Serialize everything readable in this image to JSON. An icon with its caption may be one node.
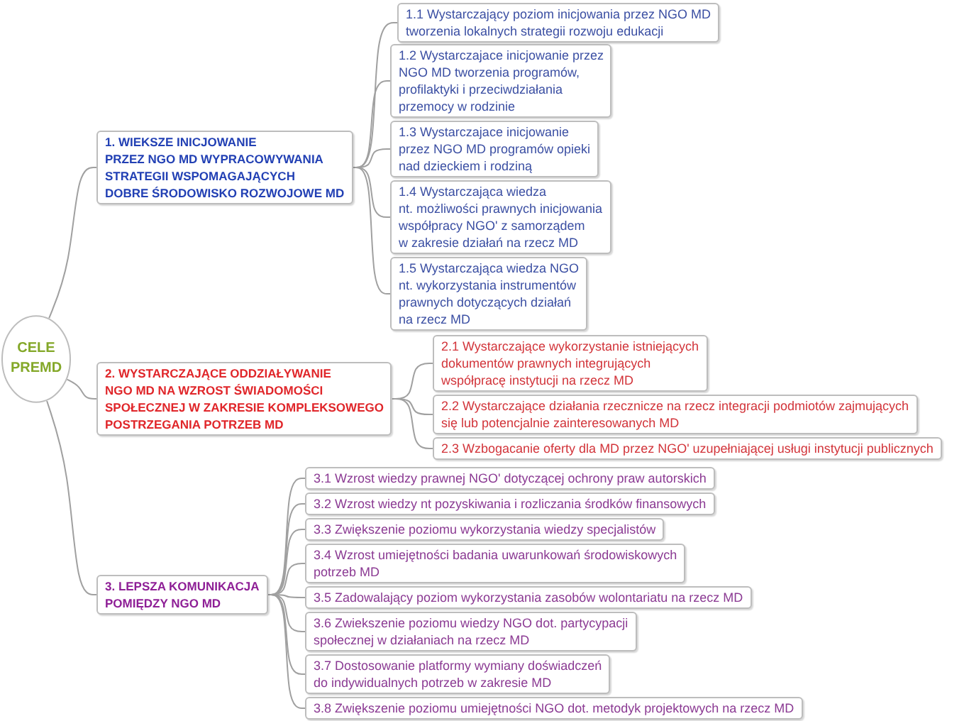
{
  "diagram": {
    "nodes": [
      {
        "text": [
          "CELE PREMD"
        ]
      },
      {
        "text": [
          "1. WIEKSZE INICJOWANIE PRZEZ NGO MD WYPRACOWYWANIA STRATEGII WSPOMAGAJĄCYCH DOBRE ŚRODOWISKO ROZWOJOWE MD"
        ]
      },
      {
        "text": [
          "1.1 Wystarczający poziom inicjowania przez NGO MD tworzenia lokalnych strategii rozwoju edukacji"
        ]
      },
      {
        "text": [
          "1.2 Wystarczajace inicjowanie przez NGO MD tworzenia programów, profilaktyki i przeciwdziałania przemocy w rodzinie"
        ]
      },
      {
        "text": [
          "1.3 Wystarczajace inicjowanie przez NGO MD programów opieki nad dzieckiem i rodziną"
        ]
      },
      {
        "text": [
          "1.4 Wystarczająca wiedza nt. możliwości prawnych inicjowania współpracy NGO' z samorządem w zakresie działań na rzecz MD"
        ]
      },
      {
        "text": [
          "1.5 Wystarczająca wiedza NGO nt. wykorzystania instrumentów prawnych dotyczących działań na rzecz MD"
        ]
      },
      {
        "text": [
          "2. WYSTARCZAJĄCE ODDZIAŁYWANIE NGO MD NA WZROST ŚWIADOMOŚCI SPOŁECZNEJ W ZAKRESIE KOMPLEKSOWEGO POSTRZEGANIA POTRZEB MD"
        ]
      },
      {
        "text": [
          "2.1 Wystarczające wykorzystanie istniejących dokumentów prawnych integrujących współpracę instytucji na rzecz MD"
        ]
      },
      {
        "text": [
          "2.2 Wystarczające działania rzecznicze na rzecz integracji podmiotów zajmujących się lub potencjalnie zainteresowanych MD"
        ]
      },
      {
        "text": [
          "2.3 Wzbogacanie oferty dla MD przez NGO' uzupełniającej usługi instytucji publicznych"
        ]
      },
      {
        "text": [
          "3. LEPSZA KOMUNIKACJA POMIĘDZY NGO MD"
        ]
      },
      {
        "text": [
          "3.1 Wzrost wiedzy prawnej NGO' dotyczącej ochrony praw autorskich"
        ]
      },
      {
        "text": [
          "3.2 Wzrost wiedzy nt pozyskiwania i rozliczania środków finansowych"
        ]
      },
      {
        "text": [
          "3.3 Zwiększenie poziomu wykorzystania wiedzy specjalistów"
        ]
      },
      {
        "text": [
          "3.4 Wzrost umiejętności badania uwarunkowań środowiskowych potrzeb MD"
        ]
      },
      {
        "text": [
          "3.5 Zadowalający poziom wykorzystania zasobów wolontariatu na rzecz MD"
        ]
      },
      {
        "text": [
          "3.6 Zwiekszenie poziomu wiedzy NGO dot. partycypacji społecznej w działaniach na rzecz MD"
        ]
      },
      {
        "text": [
          "3.7 Dostosowanie platformy wymiany doświadczeń do indywidualnych potrzeb w zakresie MD"
        ]
      },
      {
        "text": [
          "3.8 Zwiększenie poziomu umiejętności NGO dot. metodyk projektowych na rzecz MD"
        ]
      }
    ],
    "edges": [
      {
        "from": 0,
        "to": 1,
        "arrow": "none"
      },
      {
        "from": 0,
        "to": 7,
        "arrow": "none"
      },
      {
        "from": 0,
        "to": 11,
        "arrow": "none"
      },
      {
        "from": 1,
        "to": 2,
        "arrow": "none"
      },
      {
        "from": 1,
        "to": 3,
        "arrow": "none"
      },
      {
        "from": 1,
        "to": 4,
        "arrow": "none"
      },
      {
        "from": 1,
        "to": 5,
        "arrow": "none"
      },
      {
        "from": 1,
        "to": 6,
        "arrow": "none"
      },
      {
        "from": 7,
        "to": 8,
        "arrow": "none"
      },
      {
        "from": 7,
        "to": 9,
        "arrow": "none"
      },
      {
        "from": 7,
        "to": 10,
        "arrow": "none"
      },
      {
        "from": 11,
        "to": 12,
        "arrow": "none"
      },
      {
        "from": 11,
        "to": 13,
        "arrow": "none"
      },
      {
        "from": 11,
        "to": 14,
        "arrow": "none"
      },
      {
        "from": 11,
        "to": 15,
        "arrow": "none"
      },
      {
        "from": 11,
        "to": 16,
        "arrow": "none"
      },
      {
        "from": 11,
        "to": 17,
        "arrow": "none"
      },
      {
        "from": 11,
        "to": 18,
        "arrow": "none"
      },
      {
        "from": 11,
        "to": 19,
        "arrow": "none"
      }
    ]
  }
}
